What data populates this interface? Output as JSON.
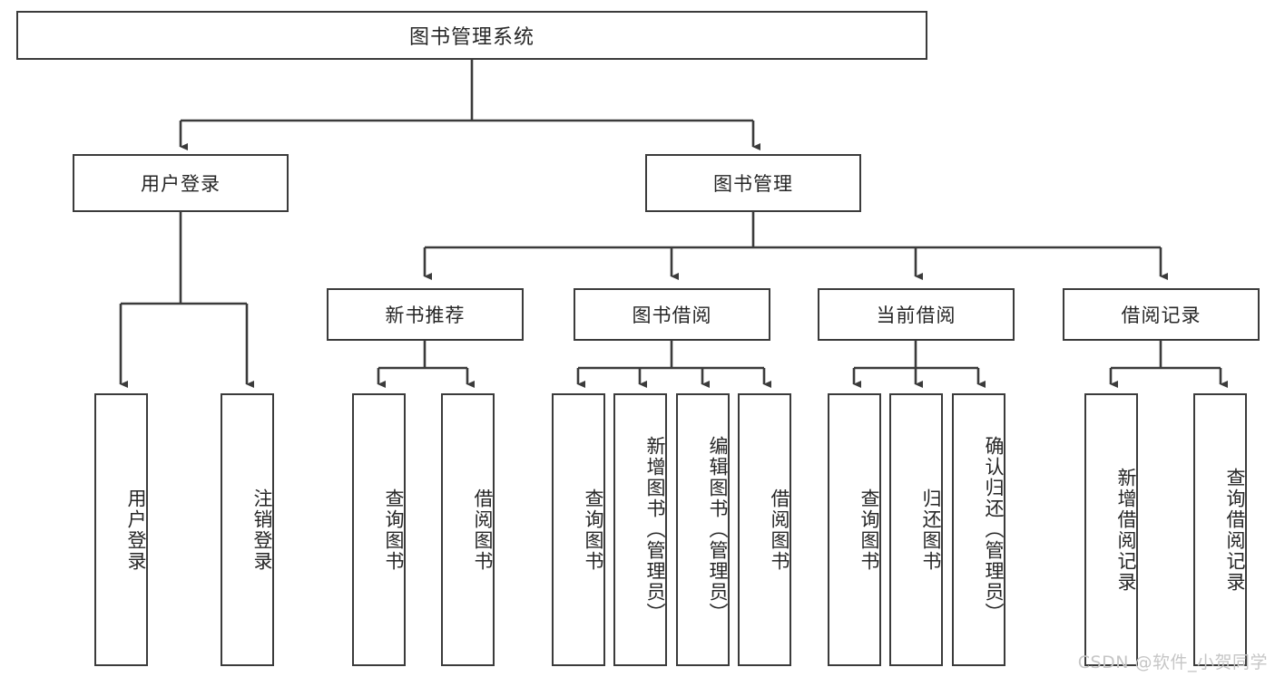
{
  "diagram": {
    "title": "图书管理系统",
    "type": "hierarchy-tree",
    "stroke_color": "#3b3b3b",
    "text_color": "#262626",
    "background_color": "#ffffff",
    "root": {
      "label": "图书管理系统"
    },
    "level2": [
      {
        "label": "用户登录"
      },
      {
        "label": "图书管理"
      }
    ],
    "level3": [
      {
        "label": "新书推荐"
      },
      {
        "label": "图书借阅"
      },
      {
        "label": "当前借阅"
      },
      {
        "label": "借阅记录"
      }
    ],
    "leaves": {
      "user_login": [
        {
          "label": "用户登录"
        },
        {
          "label": "注销登录"
        }
      ],
      "new_book_recommend": [
        {
          "label": "查询图书"
        },
        {
          "label": "借阅图书"
        }
      ],
      "book_borrow": [
        {
          "label": "查询图书"
        },
        {
          "label": "新增图书（管理员）"
        },
        {
          "label": "编辑图书（管理员）"
        },
        {
          "label": "借阅图书"
        }
      ],
      "current_borrow": [
        {
          "label": "查询图书"
        },
        {
          "label": "归还图书"
        },
        {
          "label": "确认归还（管理员）"
        }
      ],
      "borrow_record": [
        {
          "label": "新增借阅记录"
        },
        {
          "label": "查询借阅记录"
        }
      ]
    }
  },
  "watermark": {
    "text": "CSDN @软件_小贺同学"
  }
}
